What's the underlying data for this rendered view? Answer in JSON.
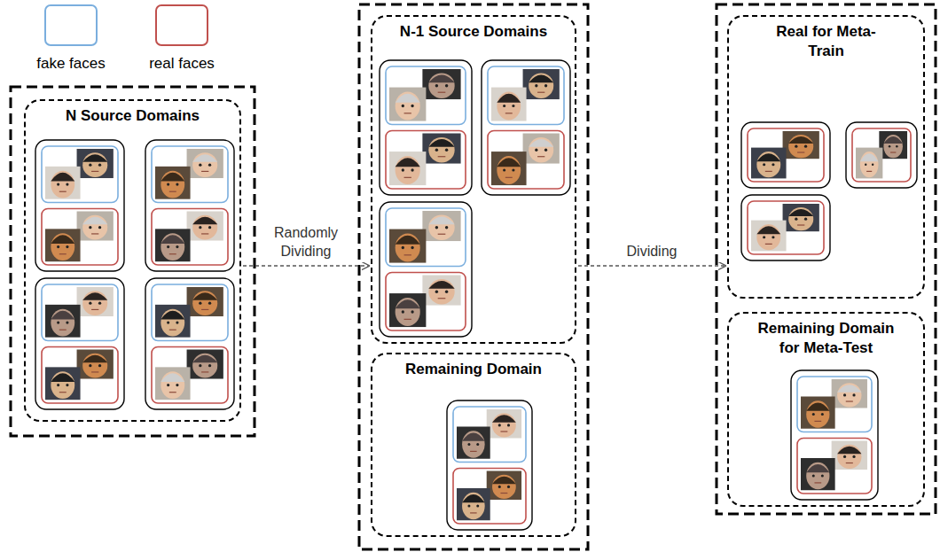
{
  "diagram": {
    "nodes": [
      {
        "text": [
          "N Source Domains"
        ]
      },
      {
        "text": [
          "N-1 Source Domains"
        ]
      },
      {
        "text": [
          "Remaining Domain"
        ]
      },
      {
        "text": [
          "Real for Meta-Train"
        ]
      },
      {
        "text": [
          "Remaining Domain for Meta-Test"
        ]
      }
    ],
    "edges": [
      {
        "from": 0,
        "to": 1,
        "arrow": "to",
        "label": "Randomly Dividing"
      },
      {
        "from": 1,
        "to": 3,
        "arrow": "to",
        "label": "Dividing"
      }
    ],
    "legend": [
      {
        "text": "fake faces",
        "color": "#7aaede"
      },
      {
        "text": "real faces",
        "color": "#c0504d"
      }
    ]
  }
}
